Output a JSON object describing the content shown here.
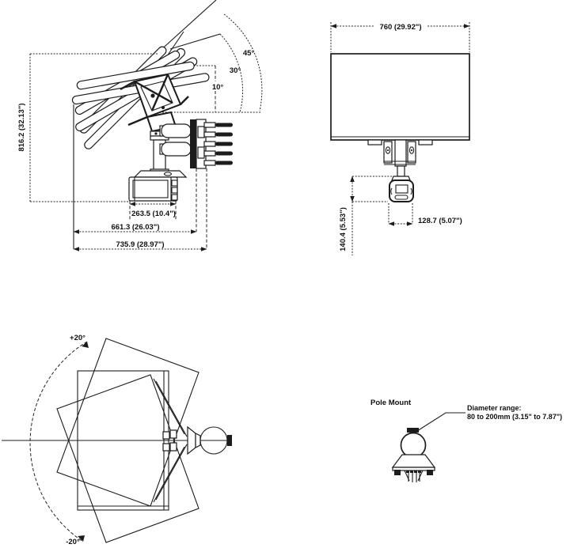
{
  "drawing": {
    "ink": "#1c1c1c",
    "side_view": {
      "angle_45": "45°",
      "angle_30": "30°",
      "angle_10": "10°",
      "dim_height": "816.2 (32.13\")",
      "dim_housing": "263.5 (10.4\")",
      "dim_reach": "661.3 (26.03\")",
      "dim_total": "735.9 (28.97\")"
    },
    "front_view": {
      "dim_width": "760 (29.92\")",
      "dim_drop": "140.4 (5.53\")",
      "dim_bracket": "128.7 (5.07\")"
    },
    "top_view": {
      "angle_plus": "+20°",
      "angle_minus": "-20°"
    },
    "pole_mount": {
      "title": "Pole Mount",
      "note_line1": "Diameter range:",
      "note_line2": "80 to 200mm (3.15\" to 7.87\")"
    }
  }
}
